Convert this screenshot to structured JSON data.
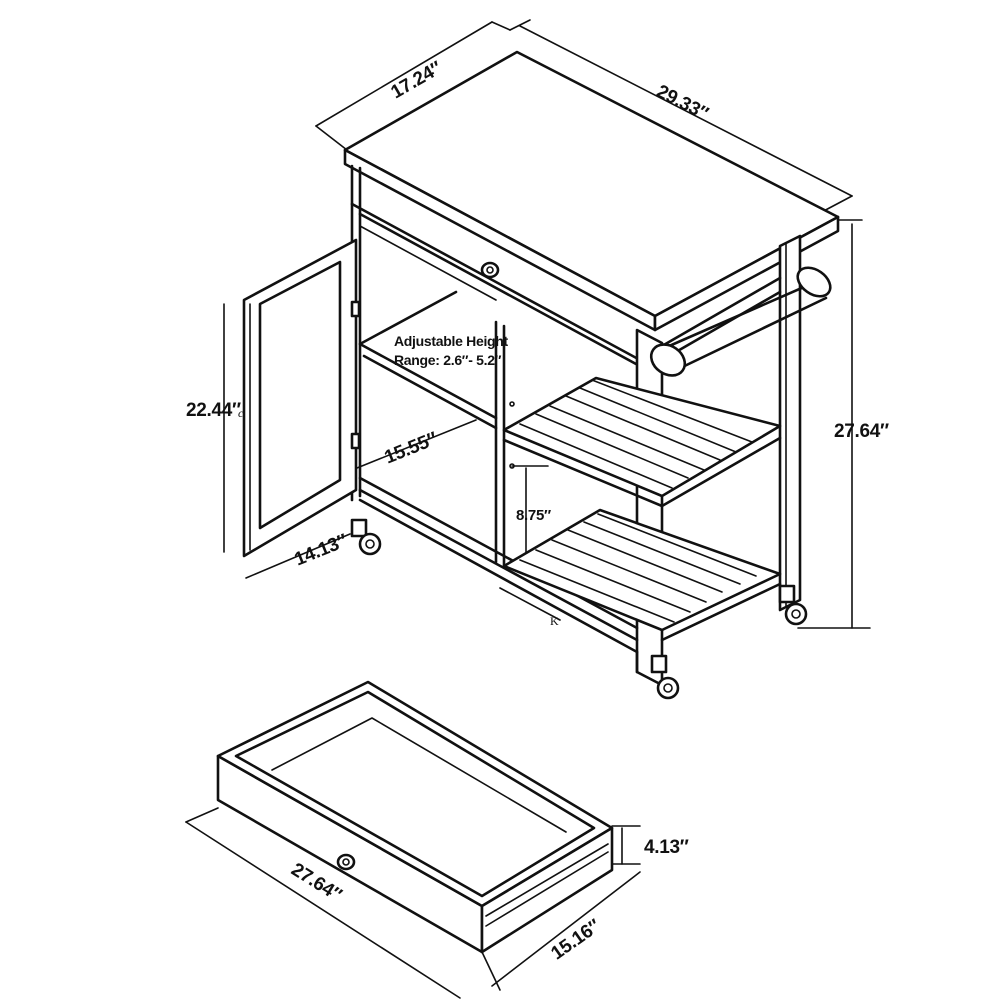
{
  "diagram": {
    "dimensions": {
      "top_depth": "17.24″",
      "top_width": "29.33″",
      "total_height": "27.64″",
      "door_height": "22.44″",
      "door_width": "14.13″",
      "cabinet_depth": "15.55″",
      "shelf_gap": "8.75″",
      "drawer_width": "27.64″",
      "drawer_depth": "15.16″",
      "drawer_height": "4.13″"
    },
    "adjustable_shelf_note": {
      "line1": "Adjustable Height",
      "line2": "Range: 2.6″- 5.2″"
    },
    "marks": {
      "door_hinge_mark": "c",
      "base_letter": "K"
    }
  }
}
